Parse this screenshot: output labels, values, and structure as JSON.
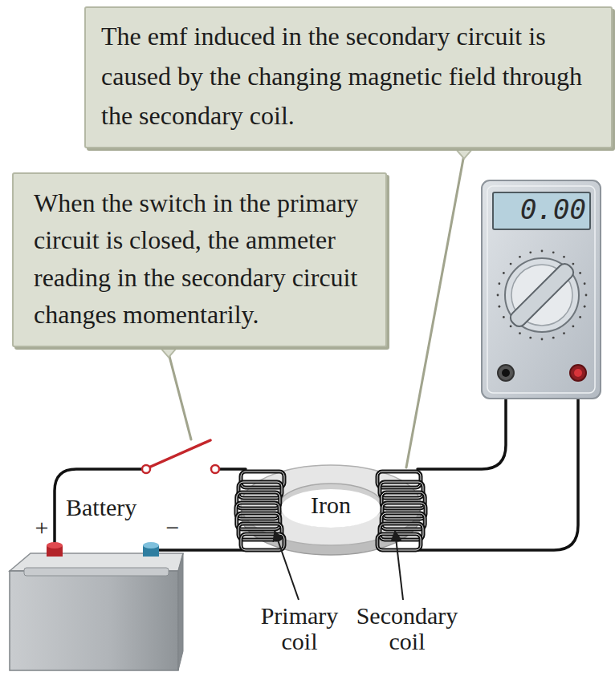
{
  "diagram": {
    "nodes": [
      {
        "text": [
          "The emf induced in the secondary circuit is caused by the changing magnetic field through the secondary coil."
        ]
      },
      {
        "text": [
          "When the switch in the primary circuit is closed, the ammeter reading in the secondary circuit changes momentarily."
        ]
      }
    ],
    "edges": [],
    "labels": [
      "0.00",
      "Battery",
      "+",
      "−",
      "Iron",
      "Primary coil",
      "Secondary coil"
    ]
  }
}
